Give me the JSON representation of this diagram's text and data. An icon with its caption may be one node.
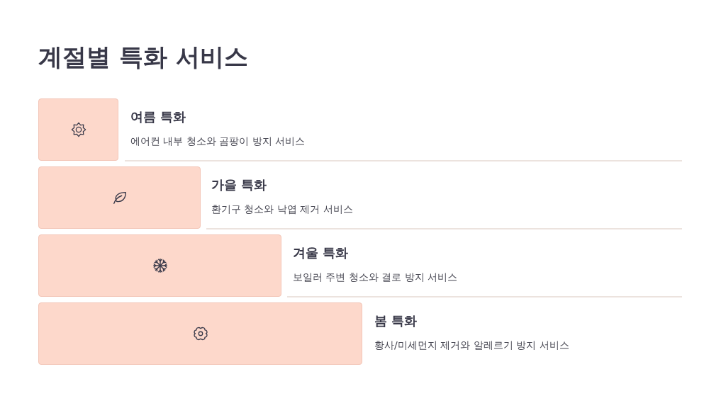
{
  "diagram": {
    "title": "계절별 특화 서비스",
    "nodes": [
      {
        "text": [
          "여름 특화",
          "에어컨 내부 청소와 곰팡이 방지 서비스"
        ]
      },
      {
        "text": [
          "가을 특화",
          "환기구 청소와 낙엽 제거 서비스"
        ]
      },
      {
        "text": [
          "겨울 특화",
          "보일러 주변 청소와 결로 방지 서비스"
        ]
      },
      {
        "text": [
          "봄 특화",
          "황사/미세먼지 제거와 알레르기 방지 서비스"
        ]
      }
    ]
  }
}
